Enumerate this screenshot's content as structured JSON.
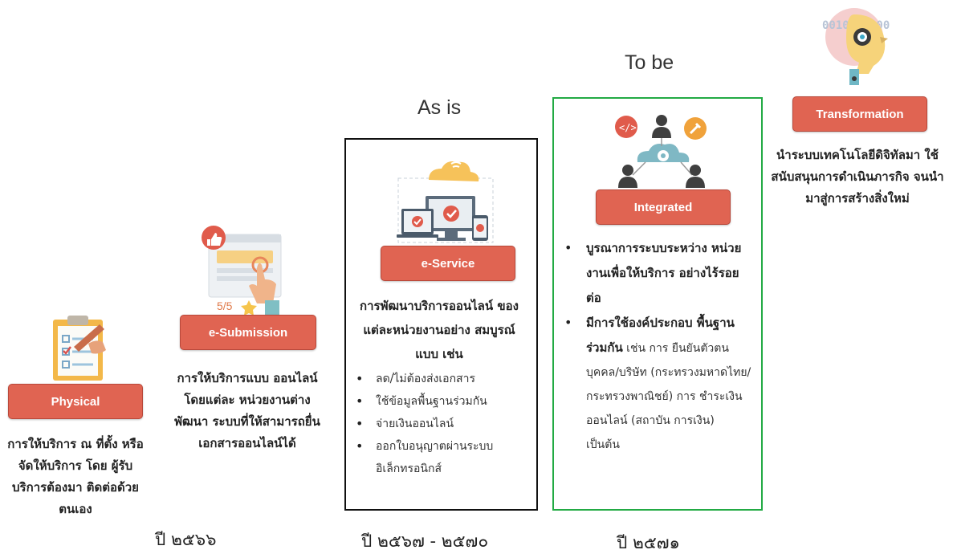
{
  "stages": {
    "physical": {
      "badge": "Physical",
      "description": "การให้บริการ ณ ที่ตั้ง หรือจัดให้บริการ โดย ผู้รับบริการต้องมา ติดต่อด้วยตนเอง",
      "icon": "clipboard-checklist-icon"
    },
    "esubmission": {
      "badge": "e-Submission",
      "description": "การให้บริการแบบ ออนไลน์ โดยแต่ละ หน่วยงานต่างพัฒนา ระบบที่ให้สามารถยื่น เอกสารออนไลน์ได้",
      "icon": "web-form-thumbs-up-icon",
      "rating_text": "5/5"
    },
    "eservice": {
      "stage_label": "As is",
      "badge": "e-Service",
      "description": "การพัฒนาบริการออนไลน์ ของแต่ละหน่วยงานอย่าง สมบูรณ์แบบ เช่น",
      "bullets": [
        "ลด/ไม่ต้องส่งเอกสาร",
        "ใช้ข้อมูลพื้นฐานร่วมกัน",
        "จ่ายเงินออนไลน์",
        "ออกใบอนุญาตผ่านระบบ อิเล็กทรอนิกส์"
      ],
      "icon": "cloud-devices-icon",
      "box_color": "#111111"
    },
    "integrated": {
      "stage_label": "To be",
      "badge": "Integrated",
      "bullets": [
        {
          "bold": "บูรณาการระบบระหว่าง หน่วยงานเพื่อให้บริการ อย่างไร้รอยต่อ",
          "normal": ""
        },
        {
          "bold": "มีการใช้องค์ประกอบ พื้นฐานร่วมกัน",
          "normal": " เช่น การ ยืนยันตัวตนบุคคล/บริษัท (กระทรวงมหาดไทย/ กระทรวงพาณิชย์) การ ชำระเงินออนไลน์ (สถาบัน การเงิน) เป็นต้น"
        }
      ],
      "icon": "people-cloud-network-icon",
      "box_color": "#22aa44"
    },
    "transformation": {
      "badge": "Transformation",
      "description": "นำระบบเทคโนโลยีดิจิทัลมา ใช้สนับสนุนการดำเนินภารกิจ จนนำมาสู่การสร้างสิ่งใหม่",
      "icon": "robot-head-binary-icon",
      "binary_text": "0010100 00"
    }
  },
  "years": {
    "y1": "ปี ๒๕๖๖",
    "y2": "ปี ๒๕๖๗ - ๒๕๗๐",
    "y3": "ปี ๒๕๗๑"
  },
  "colors": {
    "badge_fill": "#e06452",
    "badge_border": "#b9483a",
    "eservice_box": "#111111",
    "integrated_box": "#22aa44"
  }
}
